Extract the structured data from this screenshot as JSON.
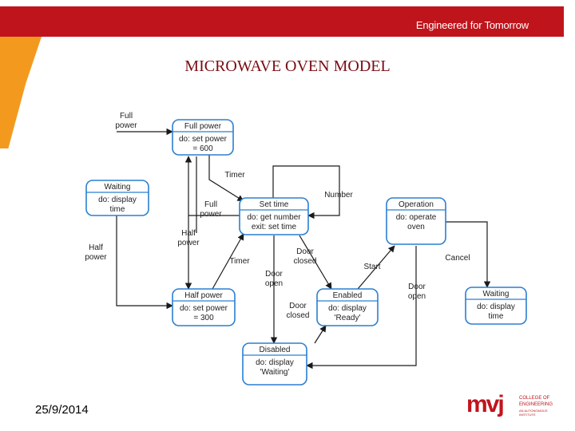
{
  "header": {
    "tagline": "Engineered for Tomorrow"
  },
  "slide": {
    "title": "MICROWAVE OVEN MODEL",
    "date": "25/9/2014"
  },
  "logo": {
    "name": "mvj",
    "line1": "COLLEGE OF",
    "line2": "ENGINEERING",
    "line3": "AN AUTONOMOUS INSTITUTE"
  },
  "diagram": {
    "states": [
      {
        "id": "full-power",
        "name": "Full power",
        "actions": [
          "do: set power",
          "= 600"
        ]
      },
      {
        "id": "waiting-left",
        "name": "Waiting",
        "actions": [
          "do: display",
          "time"
        ]
      },
      {
        "id": "set-time",
        "name": "Set time",
        "actions": [
          "do: get number",
          "exit: set time"
        ]
      },
      {
        "id": "operation",
        "name": "Operation",
        "actions": [
          "do: operate",
          "oven"
        ]
      },
      {
        "id": "half-power",
        "name": "Half power",
        "actions": [
          "do: set power",
          "= 300"
        ]
      },
      {
        "id": "enabled",
        "name": "Enabled",
        "actions": [
          "do: display",
          "'Ready'"
        ]
      },
      {
        "id": "waiting-right",
        "name": "Waiting",
        "actions": [
          "do: display",
          "time"
        ]
      },
      {
        "id": "disabled",
        "name": "Disabled",
        "actions": [
          "do: display",
          "'Waiting'"
        ]
      }
    ],
    "labels": [
      {
        "id": "full-power-top",
        "lines": [
          "Full",
          "power"
        ]
      },
      {
        "id": "timer-upper",
        "lines": [
          "Timer"
        ]
      },
      {
        "id": "number",
        "lines": [
          "Number"
        ]
      },
      {
        "id": "full-power-mid",
        "lines": [
          "Full",
          "power"
        ]
      },
      {
        "id": "half-power-mid",
        "lines": [
          "Half",
          "power"
        ]
      },
      {
        "id": "half-power-left",
        "lines": [
          "Half",
          "power"
        ]
      },
      {
        "id": "timer-lower",
        "lines": [
          "Timer"
        ]
      },
      {
        "id": "door-closed-top",
        "lines": [
          "Door",
          "closed"
        ]
      },
      {
        "id": "start",
        "lines": [
          "Start"
        ]
      },
      {
        "id": "cancel",
        "lines": [
          "Cancel"
        ]
      },
      {
        "id": "door-open-mid",
        "lines": [
          "Door",
          "open"
        ]
      },
      {
        "id": "door-closed-bottom",
        "lines": [
          "Door",
          "closed"
        ]
      },
      {
        "id": "door-open-right",
        "lines": [
          "Door",
          "open"
        ]
      }
    ]
  }
}
